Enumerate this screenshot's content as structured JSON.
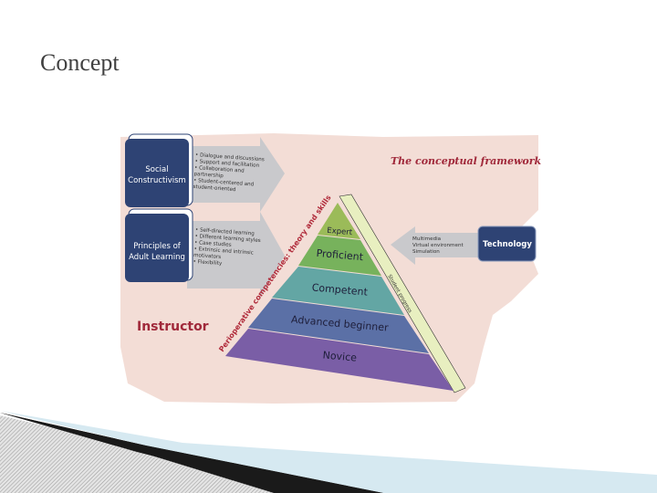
{
  "slide": {
    "title": "Concept"
  },
  "figure": {
    "heading": "The conceptual framework",
    "instructor_label": "Instructor",
    "social": {
      "title_lines": [
        "Social",
        "Constructivism"
      ],
      "bullets": [
        "• Dialogue and discussions",
        "• Support and facilitation",
        "• Collaboration and",
        "  partnership",
        "• Student-centered and",
        "  student-oriented"
      ]
    },
    "adult": {
      "title_lines": [
        "Principles of",
        "Adult Learning"
      ],
      "bullets": [
        "• Self-directed learning",
        "• Different learning styles",
        "• Case studies",
        "• Extrinsic and intrinsic",
        "  motivators",
        "• Flexibility"
      ]
    },
    "technology": {
      "title": "Technology",
      "items": [
        "Multimedia",
        "Virtual environment",
        "Simulation"
      ]
    },
    "pyramid_levels": [
      "Expert",
      "Proficient",
      "Competent",
      "Advanced beginner",
      "Novice"
    ],
    "left_side_label": "Perioperative competencies: theory and skills",
    "right_side_label": "Student progress",
    "colors": {
      "expert": "#9bbb59",
      "proficient": "#77b25c",
      "competent": "#63a6a4",
      "advanced": "#5b70a6",
      "novice": "#7a5ea6",
      "box": "#2e4374",
      "accent": "#a0283a",
      "bg": "#f3ddd6"
    }
  }
}
